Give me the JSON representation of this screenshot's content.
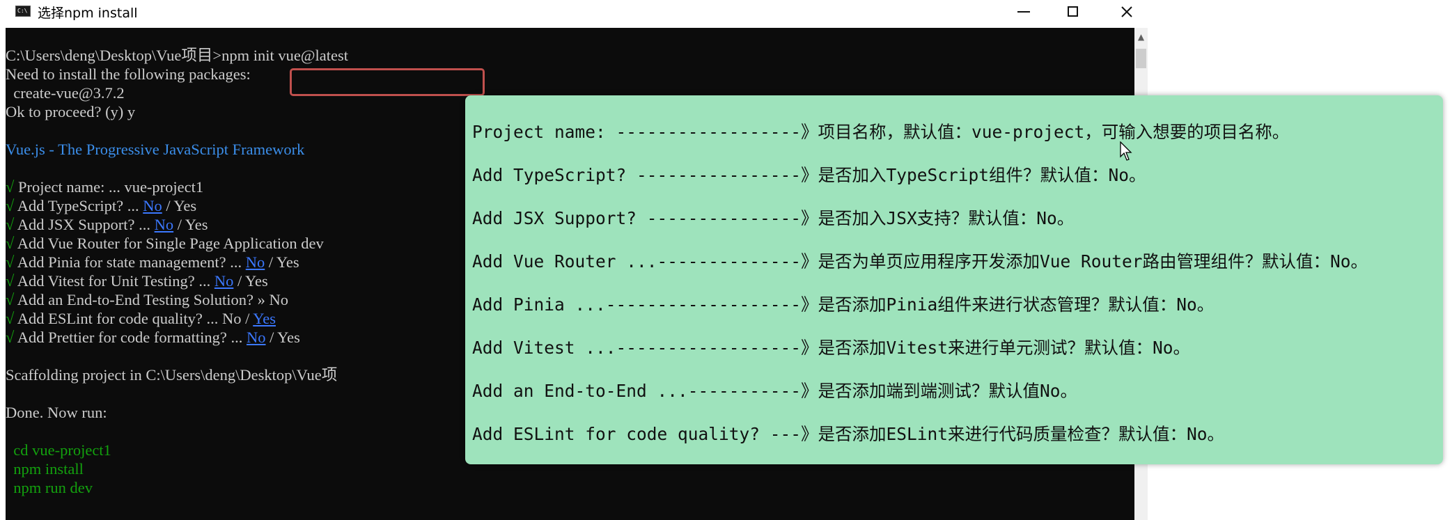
{
  "window": {
    "title": "选择npm install",
    "icon_text": "C:\\"
  },
  "console": {
    "lines": [
      {
        "parts": [
          {
            "t": "C:\\Users\\deng\\Desktop\\Vue项目>",
            "c": "c-gray"
          },
          {
            "t": "npm init vue@latest",
            "c": "c-gray"
          }
        ]
      },
      {
        "parts": [
          {
            "t": "Need to install the following packages:",
            "c": "c-gray"
          }
        ]
      },
      {
        "parts": [
          {
            "t": "  create-vue@3.7.2",
            "c": "c-gray"
          }
        ]
      },
      {
        "parts": [
          {
            "t": "Ok to proceed? (y) y",
            "c": "c-gray"
          }
        ]
      },
      {
        "parts": [
          {
            "t": "",
            "c": "c-gray"
          }
        ]
      },
      {
        "parts": [
          {
            "t": "Vue.js - The Progressive JavaScript Framework",
            "c": "c-blue"
          }
        ]
      },
      {
        "parts": [
          {
            "t": "",
            "c": "c-gray"
          }
        ]
      },
      {
        "parts": [
          {
            "t": "√ ",
            "c": "c-green"
          },
          {
            "t": "Project name: ... vue-project1",
            "c": "c-gray"
          }
        ]
      },
      {
        "parts": [
          {
            "t": "√ ",
            "c": "c-green"
          },
          {
            "t": "Add TypeScript? ... ",
            "c": "c-gray"
          },
          {
            "t": "No",
            "c": "c-link"
          },
          {
            "t": " / Yes",
            "c": "c-gray"
          }
        ]
      },
      {
        "parts": [
          {
            "t": "√ ",
            "c": "c-green"
          },
          {
            "t": "Add JSX Support? ... ",
            "c": "c-gray"
          },
          {
            "t": "No",
            "c": "c-link"
          },
          {
            "t": " / Yes",
            "c": "c-gray"
          }
        ]
      },
      {
        "parts": [
          {
            "t": "√ ",
            "c": "c-green"
          },
          {
            "t": "Add Vue Router for Single Page Application dev",
            "c": "c-gray"
          }
        ]
      },
      {
        "parts": [
          {
            "t": "√ ",
            "c": "c-green"
          },
          {
            "t": "Add Pinia for state management? ... ",
            "c": "c-gray"
          },
          {
            "t": "No",
            "c": "c-link"
          },
          {
            "t": " / Yes",
            "c": "c-gray"
          }
        ]
      },
      {
        "parts": [
          {
            "t": "√ ",
            "c": "c-green"
          },
          {
            "t": "Add Vitest for Unit Testing? ... ",
            "c": "c-gray"
          },
          {
            "t": "No",
            "c": "c-link"
          },
          {
            "t": " / Yes",
            "c": "c-gray"
          }
        ]
      },
      {
        "parts": [
          {
            "t": "√ ",
            "c": "c-green"
          },
          {
            "t": "Add an End-to-End Testing Solution? » No",
            "c": "c-gray"
          }
        ]
      },
      {
        "parts": [
          {
            "t": "√ ",
            "c": "c-green"
          },
          {
            "t": "Add ESLint for code quality? ... No / ",
            "c": "c-gray"
          },
          {
            "t": "Yes",
            "c": "c-link"
          }
        ]
      },
      {
        "parts": [
          {
            "t": "√ ",
            "c": "c-green"
          },
          {
            "t": "Add Prettier for code formatting? ... ",
            "c": "c-gray"
          },
          {
            "t": "No",
            "c": "c-link"
          },
          {
            "t": " / Yes",
            "c": "c-gray"
          }
        ]
      },
      {
        "parts": [
          {
            "t": "",
            "c": "c-gray"
          }
        ]
      },
      {
        "parts": [
          {
            "t": "Scaffolding project in C:\\Users\\deng\\Desktop\\Vue项",
            "c": "c-gray"
          }
        ]
      },
      {
        "parts": [
          {
            "t": "",
            "c": "c-gray"
          }
        ]
      },
      {
        "parts": [
          {
            "t": "Done. Now run:",
            "c": "c-gray"
          }
        ]
      },
      {
        "parts": [
          {
            "t": "",
            "c": "c-gray"
          }
        ]
      },
      {
        "parts": [
          {
            "t": "  cd vue-project1",
            "c": "c-green"
          }
        ]
      },
      {
        "parts": [
          {
            "t": "  npm install",
            "c": "c-green"
          }
        ]
      },
      {
        "parts": [
          {
            "t": "  npm run dev",
            "c": "c-green"
          }
        ]
      }
    ]
  },
  "annotations": [
    "Project name: ------------------》项目名称，默认值：vue-project，可输入想要的项目名称。",
    "Add TypeScript? ----------------》是否加入TypeScript组件？默认值：No。",
    "Add JSX Support? ---------------》是否加入JSX支持？默认值：No。",
    "Add Vue Router ...--------------》是否为单页应用程序开发添加Vue Router路由管理组件？默认值：No。",
    "Add Pinia ...-------------------》是否添加Pinia组件来进行状态管理？默认值：No。",
    "Add Vitest ...------------------》是否添加Vitest来进行单元测试？默认值：No。",
    "Add an End-to-End ...-----------》是否添加端到端测试？默认值No。",
    "Add ESLint for code quality? ---》是否添加ESLint来进行代码质量检查？默认值：No。"
  ],
  "colors": {
    "console_bg": "#0c0c0c",
    "overlay_bg": "#9ee3bc",
    "highlight_border": "#c0504d"
  },
  "icons": [
    "console-app-icon",
    "minimize-icon",
    "maximize-icon",
    "close-icon",
    "scroll-up-icon",
    "mouse-cursor-icon"
  ]
}
